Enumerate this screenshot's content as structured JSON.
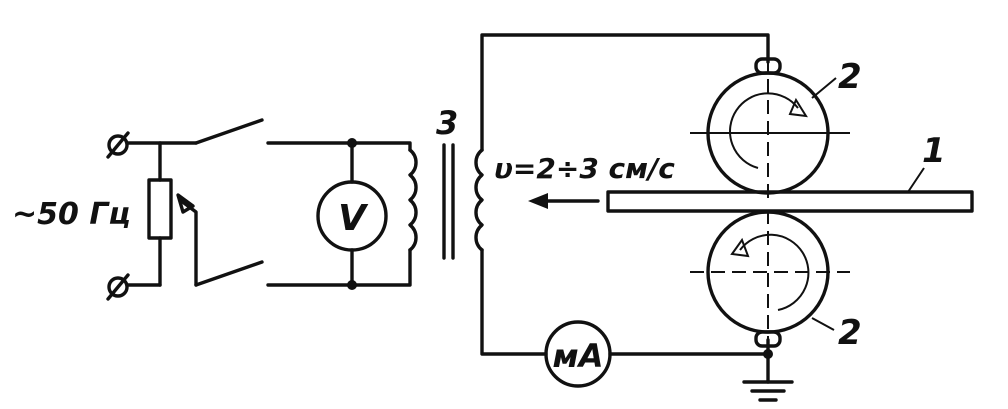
{
  "labels": {
    "source": "~50 Гц",
    "voltmeter": "V",
    "milliammeter": "мА",
    "transformer": "3",
    "velocity": "υ=2÷3 см/с",
    "strip": "1",
    "roller_top": "2",
    "roller_bottom": "2"
  }
}
